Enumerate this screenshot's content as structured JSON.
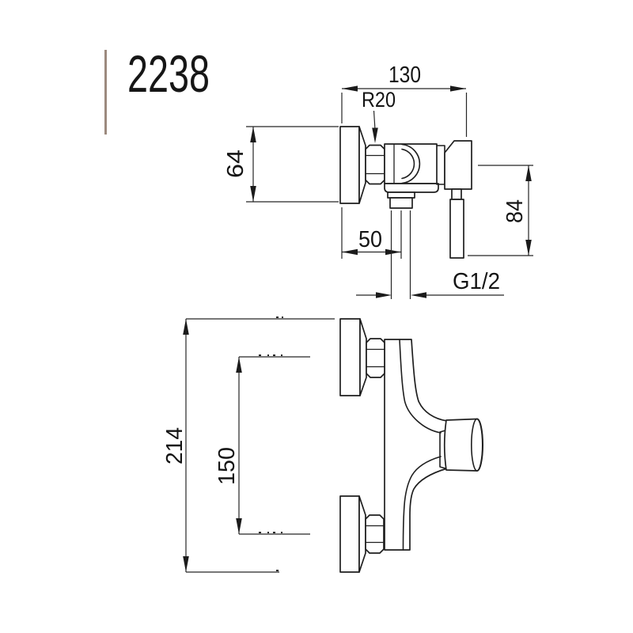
{
  "product": {
    "code": "2238"
  },
  "colors": {
    "accent_bar": "#9c8a7e",
    "drawing_line": "#1f1f1f",
    "background": "#ffffff"
  },
  "views": {
    "plan": {
      "dims": {
        "overall_width": "130",
        "flange_radius": "R20",
        "flange_diameter": "64",
        "handle_projection": "84",
        "outlet_offset": "50",
        "outlet_thread": "G1/2"
      }
    },
    "front": {
      "dims": {
        "overall_height": "214",
        "inlet_center_distance": "150"
      }
    }
  }
}
